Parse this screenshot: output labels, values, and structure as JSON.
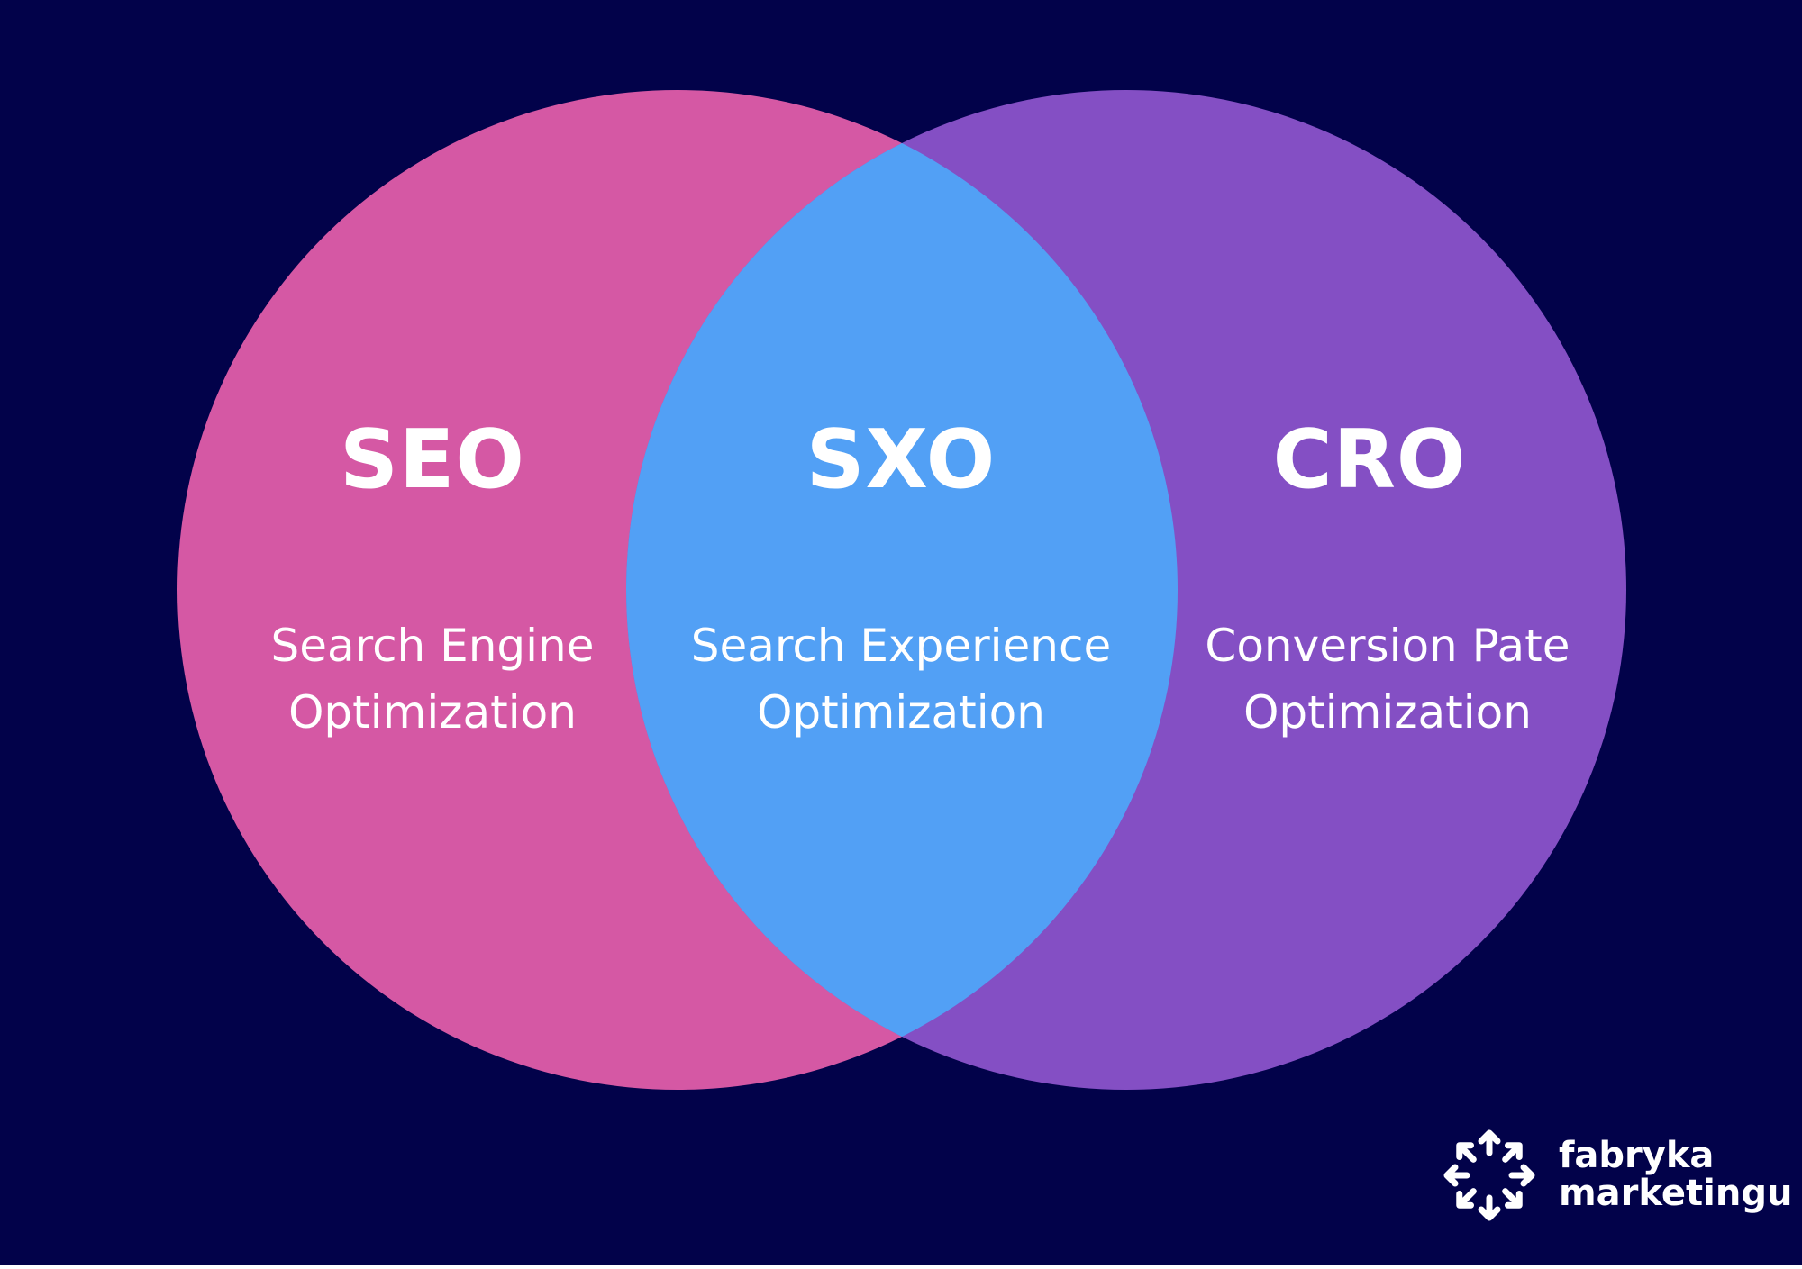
{
  "diagram": {
    "type": "venn",
    "background_color": "#02024a",
    "sets": [
      {
        "key": "seo",
        "title": "SEO",
        "subtitle_line1": "Search Engine",
        "subtitle_line2": "Optimization",
        "color": "#d558a4"
      },
      {
        "key": "sxo",
        "title": "SXO",
        "subtitle_line1": "Search Experience",
        "subtitle_line2": "Optimization",
        "color": "#52a0f5",
        "is_intersection": true
      },
      {
        "key": "cro",
        "title": "CRO",
        "subtitle_line1": "Conversion Pate",
        "subtitle_line2": "Optimization",
        "color": "#844fc4"
      }
    ]
  },
  "logo": {
    "line1": "fabryka",
    "line2": "marketingu",
    "icon": "arrows-circle-icon",
    "color": "#ffffff"
  }
}
